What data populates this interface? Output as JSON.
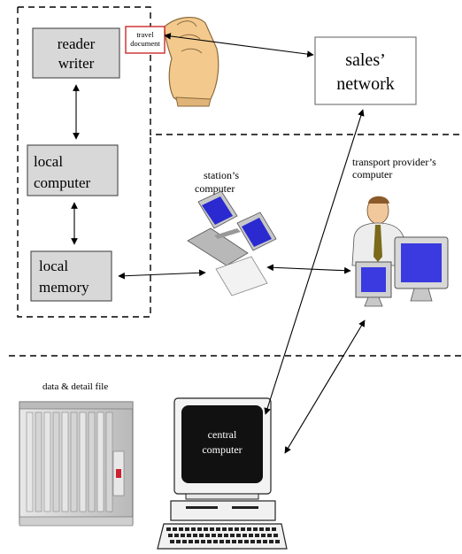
{
  "terminal": {
    "reader_writer": [
      "reader",
      "writer"
    ],
    "local_computer": [
      "local",
      "computer"
    ],
    "local_memory": [
      "local",
      "memory"
    ],
    "travel_document": [
      "travel",
      "document"
    ]
  },
  "sales_network": [
    "sales’",
    "network"
  ],
  "station_computer": [
    "station’s",
    "computer"
  ],
  "transport_provider": [
    "transport provider’s",
    "computer"
  ],
  "data_file": "data & detail file",
  "central_computer": [
    "central",
    "computer"
  ],
  "icons": [
    "hand-holding-card",
    "desktop-computer",
    "person-with-computer",
    "server-rack",
    "crt-workstation"
  ]
}
